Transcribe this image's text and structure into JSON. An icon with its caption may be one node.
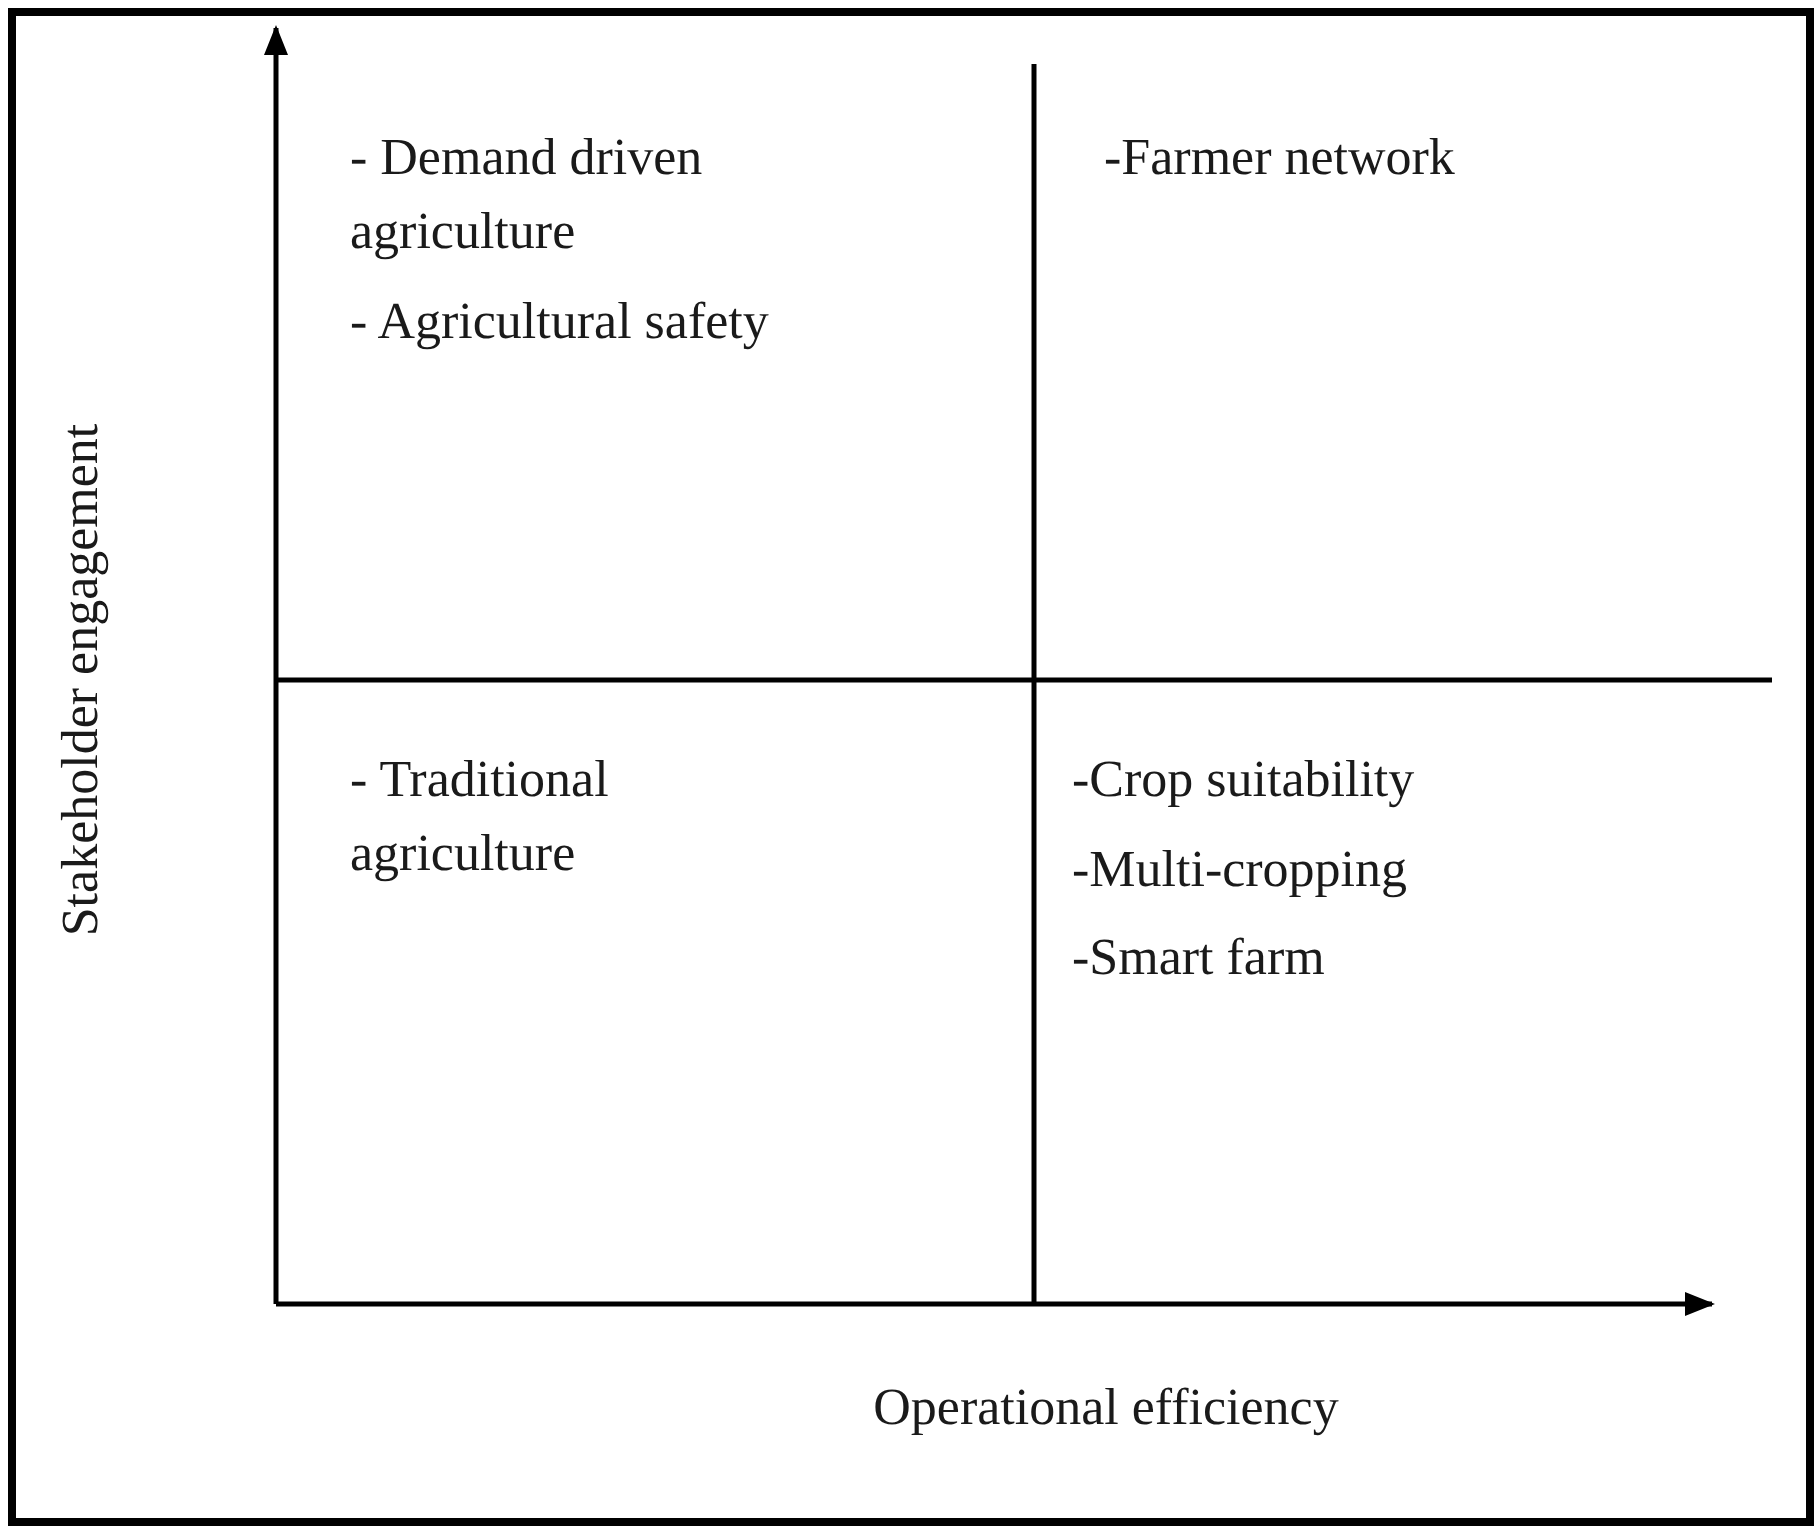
{
  "diagram": {
    "labels": [
      "- Demand driven agriculture",
      "- Agricultural safety",
      "-Farmer network",
      "- Traditional agriculture",
      "-Crop suitability",
      "-Multi-cropping",
      "-Smart farm",
      "Stakeholder engagement",
      "Operational efficiency"
    ]
  }
}
